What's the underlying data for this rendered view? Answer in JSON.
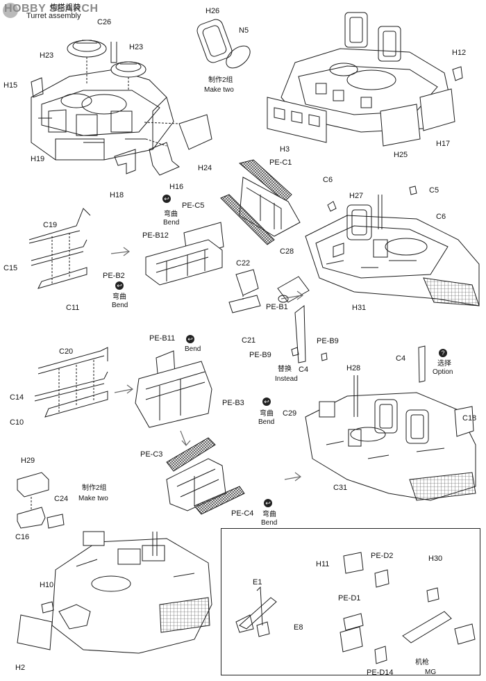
{
  "header": {
    "watermark": "HOBBY SEARCH",
    "chinese_title": "炮塔组装",
    "title": "Turret assembly"
  },
  "notes": {
    "make_two_cn": "制作2组",
    "make_two_en": "Make two",
    "bend_cn": "弯曲",
    "bend_en": "Bend",
    "instead_cn": "替换",
    "instead_en": "Instead",
    "option_cn": "选择",
    "option_en": "Option",
    "mg_cn": "机枪",
    "mg_en": "MG"
  },
  "icons": {
    "bend_symbol": "↩",
    "option_symbol": "?"
  },
  "parts": {
    "C26": "C26",
    "H23a": "H23",
    "H23b": "H23",
    "H15": "H15",
    "H19": "H19",
    "H18": "H18",
    "H16": "H16",
    "H24": "H24",
    "H26": "H26",
    "N5": "N5",
    "H12": "H12",
    "H3": "H3",
    "H25": "H25",
    "H17": "H17",
    "PE_C1": "PE-C1",
    "PE_C5": "PE-C5",
    "PE_B12": "PE-B12",
    "PE_B2": "PE-B2",
    "C19": "C19",
    "C15": "C15",
    "C11": "C11",
    "C6a": "C6",
    "C6b": "C6",
    "H27": "H27",
    "C5": "C5",
    "C28": "C28",
    "H31": "H31",
    "C22": "C22",
    "C21": "C21",
    "PE_B1": "PE-B1",
    "PE_B9a": "PE-B9",
    "PE_B9b": "PE-B9",
    "C4a": "C4",
    "C20": "C20",
    "C14": "C14",
    "C10": "C10",
    "PE_B11": "PE-B11",
    "PE_B3": "PE-B3",
    "C4b": "C4",
    "H28": "H28",
    "C29": "C29",
    "C18": "C18",
    "C31": "C31",
    "PE_C3": "PE-C3",
    "PE_C4": "PE-C4",
    "H29": "H29",
    "C24": "C24",
    "C16": "C16",
    "H10": "H10",
    "H2": "H2",
    "H11": "H11",
    "PE_D2": "PE-D2",
    "H30": "H30",
    "E1": "E1",
    "E8": "E8",
    "PE_D1": "PE-D1",
    "PE_D14": "PE-D14"
  },
  "colors": {
    "ink": "#1a1a1a",
    "paper": "#ffffff",
    "screen": "#6a6a6a"
  }
}
